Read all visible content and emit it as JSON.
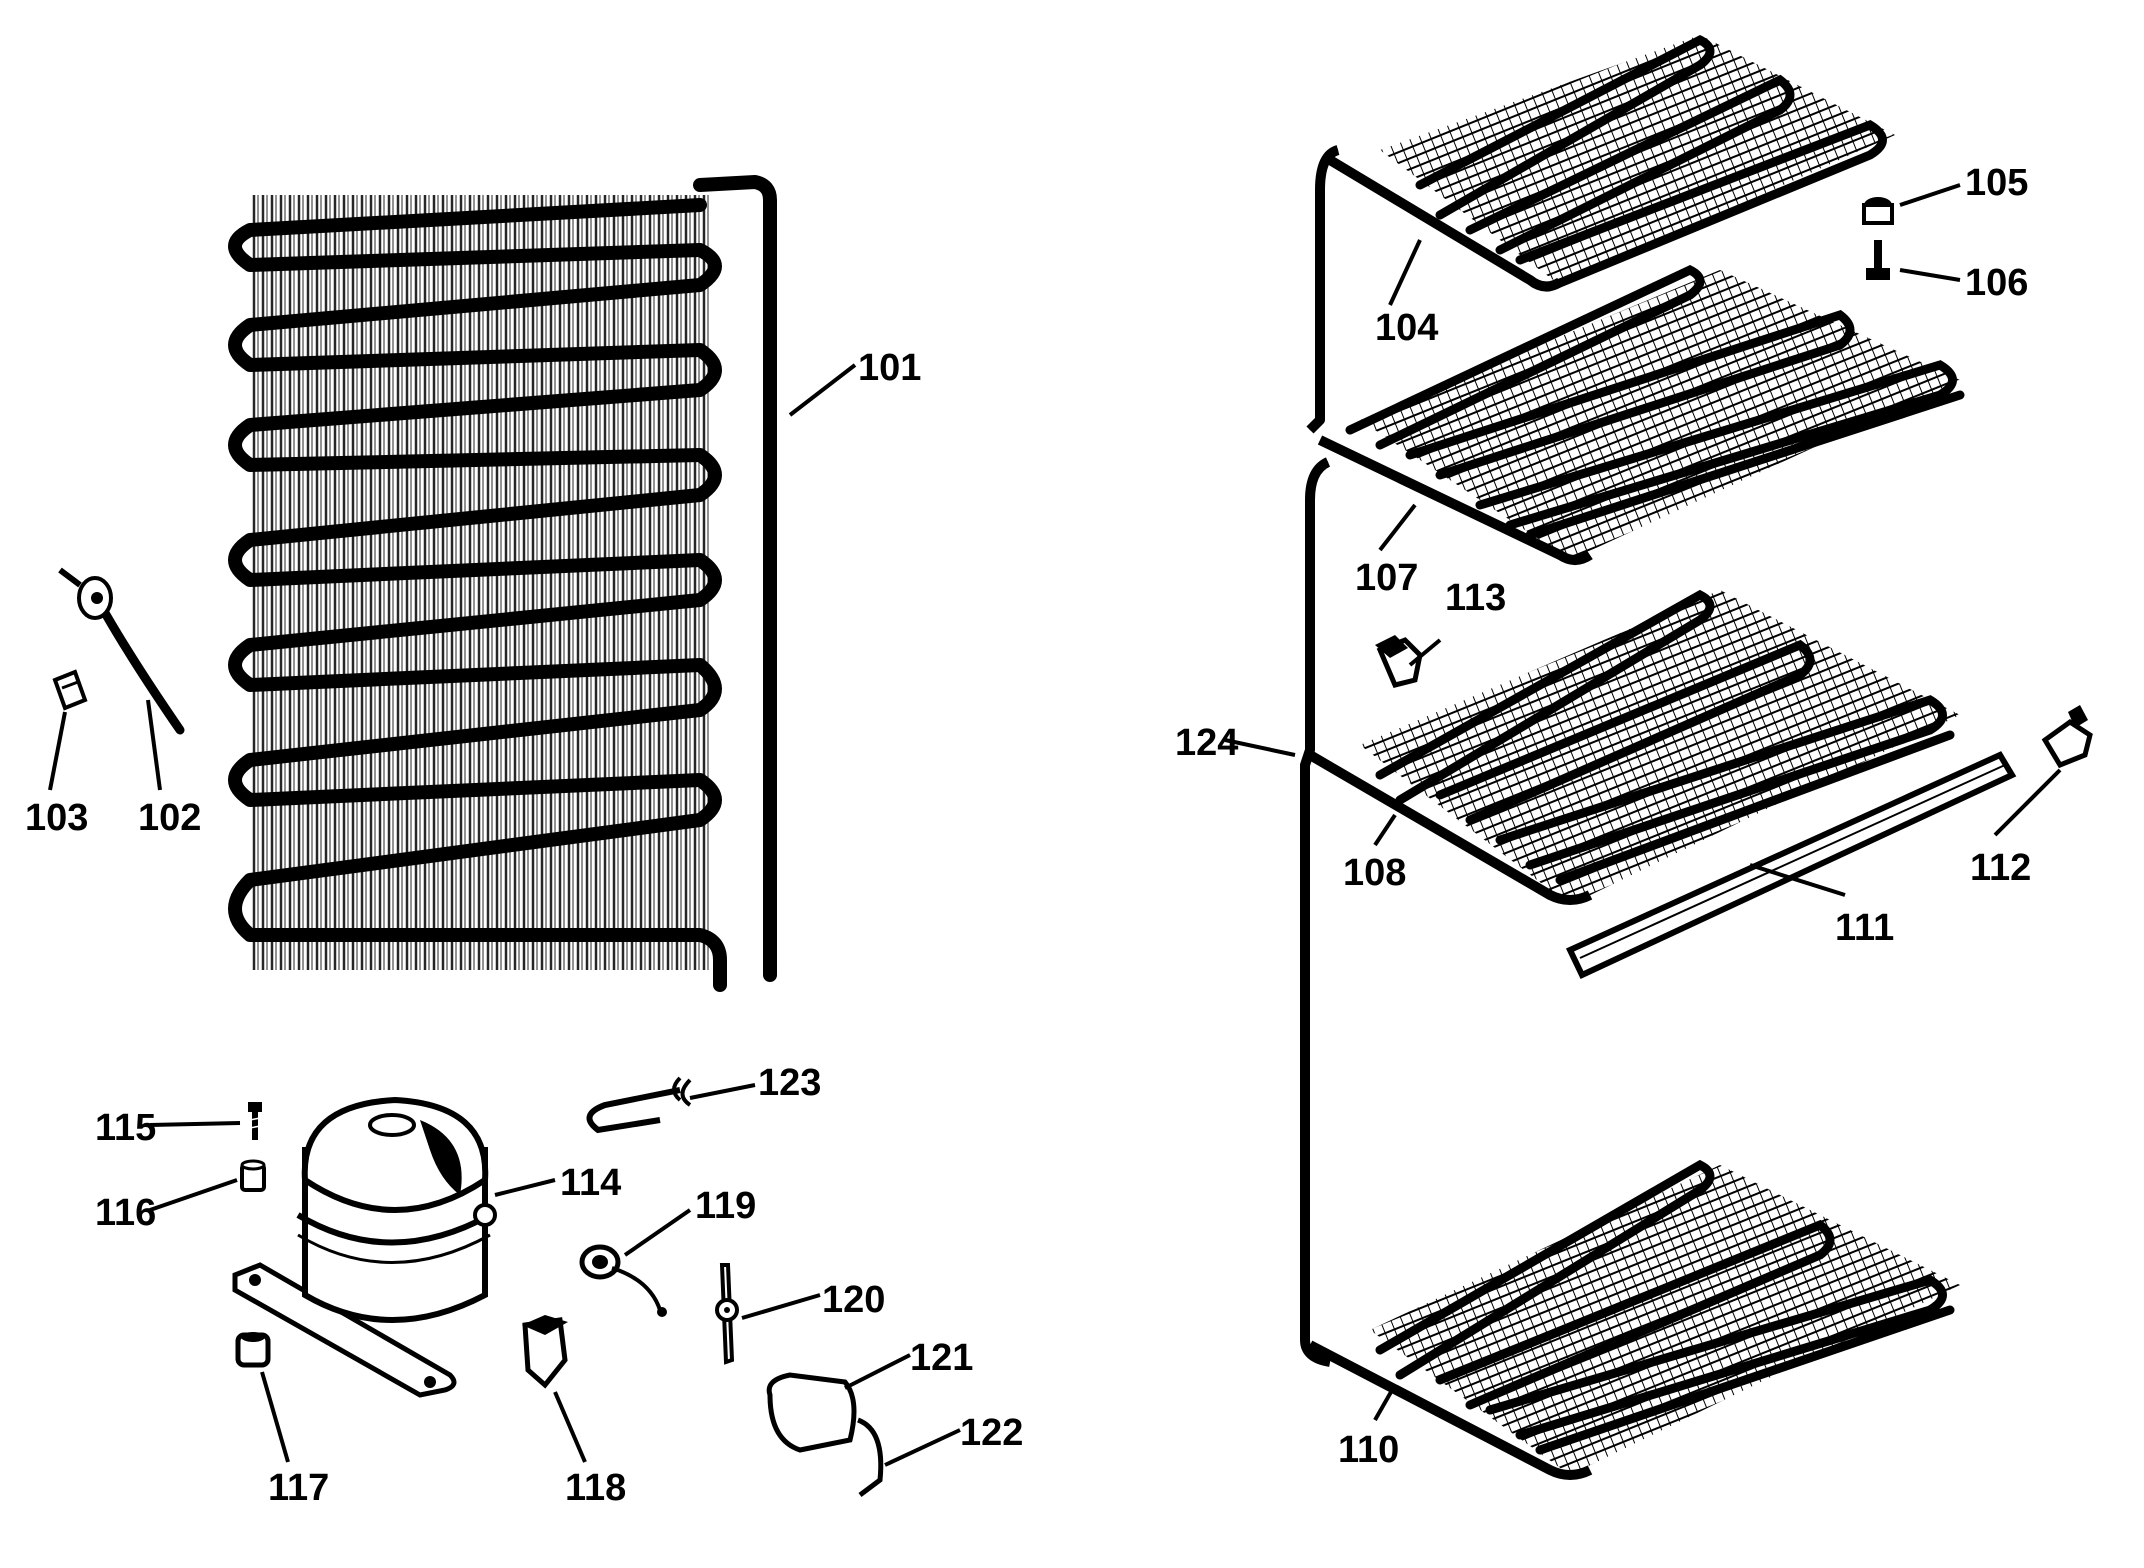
{
  "diagram": {
    "callouts": [
      {
        "id": "101",
        "label": "101"
      },
      {
        "id": "102",
        "label": "102"
      },
      {
        "id": "103",
        "label": "103"
      },
      {
        "id": "104",
        "label": "104"
      },
      {
        "id": "105",
        "label": "105"
      },
      {
        "id": "106",
        "label": "106"
      },
      {
        "id": "107",
        "label": "107"
      },
      {
        "id": "108",
        "label": "108"
      },
      {
        "id": "110",
        "label": "110"
      },
      {
        "id": "111",
        "label": "111"
      },
      {
        "id": "112",
        "label": "112"
      },
      {
        "id": "113",
        "label": "113"
      },
      {
        "id": "114",
        "label": "114"
      },
      {
        "id": "115",
        "label": "115"
      },
      {
        "id": "116",
        "label": "116"
      },
      {
        "id": "117",
        "label": "117"
      },
      {
        "id": "118",
        "label": "118"
      },
      {
        "id": "119",
        "label": "119"
      },
      {
        "id": "120",
        "label": "120"
      },
      {
        "id": "121",
        "label": "121"
      },
      {
        "id": "122",
        "label": "122"
      },
      {
        "id": "123",
        "label": "123"
      },
      {
        "id": "124",
        "label": "124"
      }
    ]
  }
}
